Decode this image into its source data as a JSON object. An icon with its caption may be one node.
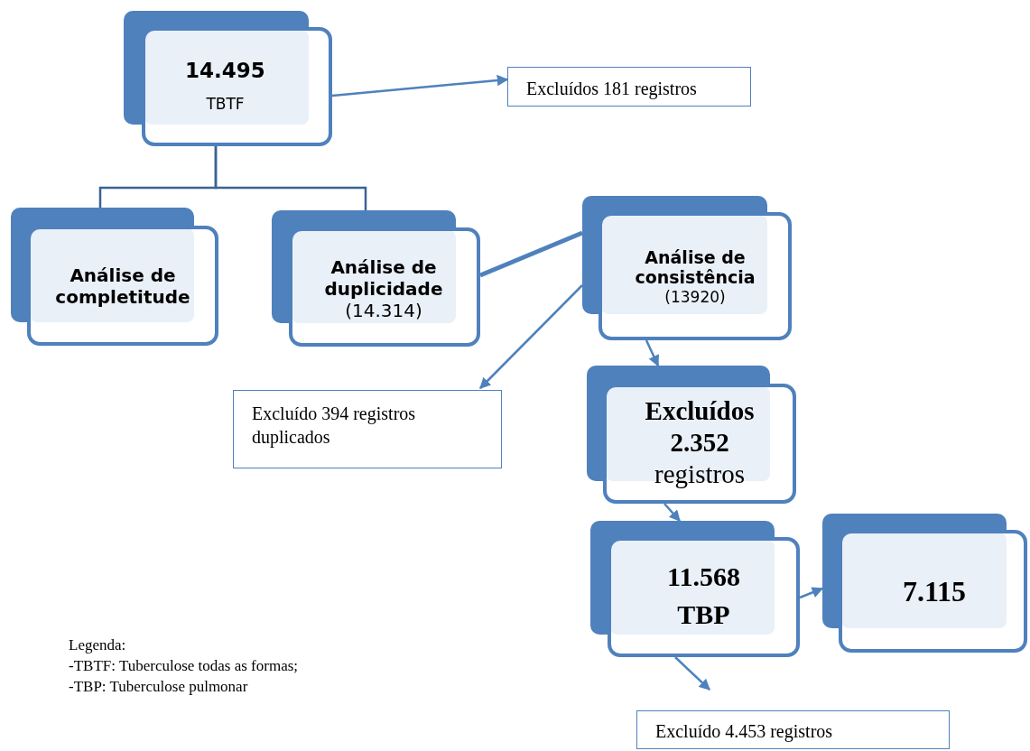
{
  "diagram": {
    "nodes": [
      {
        "text": [
          "14.495",
          "TBTF"
        ]
      },
      {
        "text": [
          "Excluídos 181 registros"
        ]
      },
      {
        "text": [
          "Análise de completitude"
        ]
      },
      {
        "text": [
          "Análise de duplicidade",
          "(14.314)"
        ]
      },
      {
        "text": [
          "Análise de consistência",
          "(13920)"
        ]
      },
      {
        "text": [
          "Excluído 394 registros duplicados"
        ]
      },
      {
        "text": [
          "Excluídos",
          "2.352",
          "registros"
        ]
      },
      {
        "text": [
          "11.568",
          "TBP"
        ]
      },
      {
        "text": [
          "7.115"
        ]
      },
      {
        "text": [
          "Excluído 4.453 registros"
        ]
      }
    ],
    "edges": [
      {
        "from": 0,
        "to": 1,
        "arrow": "to"
      },
      {
        "from": 0,
        "to": 2,
        "arrow": "none",
        "color": "#3a6394"
      },
      {
        "from": 0,
        "to": 3,
        "arrow": "none",
        "color": "#3a6394"
      },
      {
        "from": 3,
        "to": 4,
        "arrow": "none",
        "style": "thick"
      },
      {
        "from": 4,
        "to": 5,
        "arrow": "to"
      },
      {
        "from": 4,
        "to": 6,
        "arrow": "to"
      },
      {
        "from": 6,
        "to": 7,
        "arrow": "to"
      },
      {
        "from": 7,
        "to": 8,
        "arrow": "to"
      },
      {
        "from": 7,
        "to": 9,
        "arrow": "to"
      }
    ],
    "labels": [
      "Legenda:",
      "-TBTF: Tuberculose todas as formas;",
      "-TBP: Tuberculose pulmonar"
    ]
  }
}
